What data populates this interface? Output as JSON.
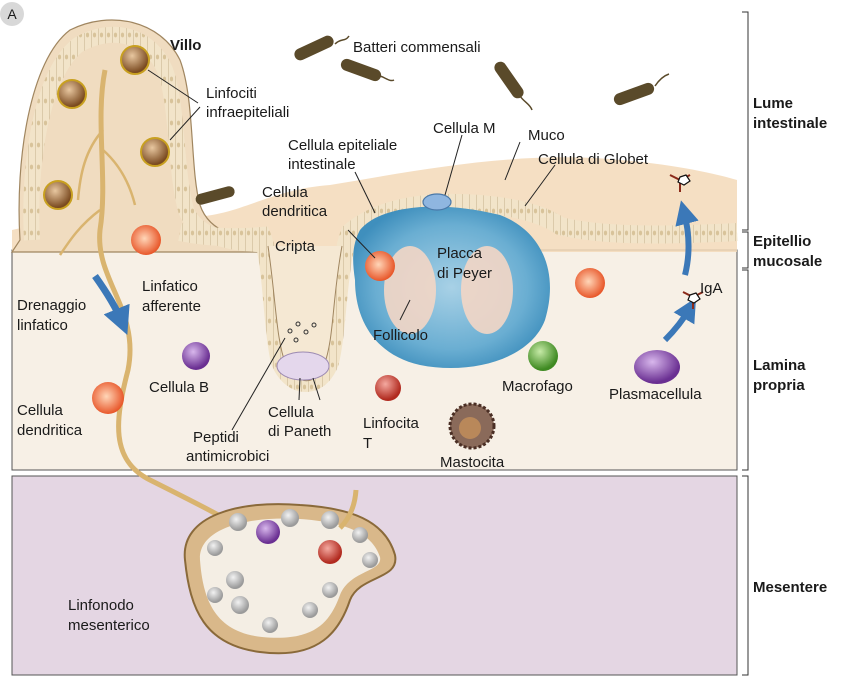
{
  "panel_letter": "A",
  "title_villus": "Villo",
  "labels": {
    "commensal_bacteria": "Batteri commensali",
    "intraepithelial_l1": "Linfociti",
    "intraepithelial_l2": "infraepiteliali",
    "m_cell": "Cellula M",
    "epithelial_cell_l1": "Cellula epiteliale",
    "epithelial_cell_l2": "intestinale",
    "mucus": "Muco",
    "goblet_cell": "Cellula di Globet",
    "dendritic_top_l1": "Cellula",
    "dendritic_top_l2": "dendritica",
    "crypt": "Cripta",
    "peyer_l1": "Placca",
    "peyer_l2": "di Peyer",
    "follicle": "Follicolo",
    "lymph_drain_l1": "Drenaggio",
    "lymph_drain_l2": "linfatico",
    "afferent_l1": "Linfatico",
    "afferent_l2": "afferente",
    "b_cell": "Cellula B",
    "dendritic_left_l1": "Cellula",
    "dendritic_left_l2": "dendritica",
    "peptides_l1": "Peptidi",
    "peptides_l2": "antimicrobici",
    "paneth_l1": "Cellula",
    "paneth_l2": "di Paneth",
    "t_cell_l1": "Linfocita",
    "t_cell_l2": "T",
    "macrophage": "Macrofago",
    "mast_cell": "Mastocita",
    "iga": "IgA",
    "plasma_cell": "Plasmacellula",
    "lymph_node_l1": "Linfonodo",
    "lymph_node_l2": "mesenterico"
  },
  "regions": {
    "lumen_l1": "Lume",
    "lumen_l2": "intestinale",
    "epithelium_l1": "Epitellio",
    "epithelium_l2": "mucosale",
    "lamina_l1": "Lamina",
    "lamina_l2": "propria",
    "mesentery": "Mesentere"
  },
  "colors": {
    "lamina": "#f7f0e6",
    "epithelium": "#f0dcc0",
    "mucus": "#f3d9b9",
    "mesentery": "#e4d6e3",
    "peyer_blue": "#5ea3c9",
    "follicle": "#f3d6c5",
    "lymph_vessel": "#d9b46f",
    "arrow_blue": "#3b78b8",
    "dendritic": "#e86a3a",
    "b_cell": "#7a3fa0",
    "t_cell": "#c0392b",
    "macrophage": "#5fa83c",
    "plasma_cell": "#7a3fa0",
    "mast_cell": "#6b4a3a",
    "bacteria": "#5a4a2a",
    "node_capsule": "#d9b88a"
  }
}
